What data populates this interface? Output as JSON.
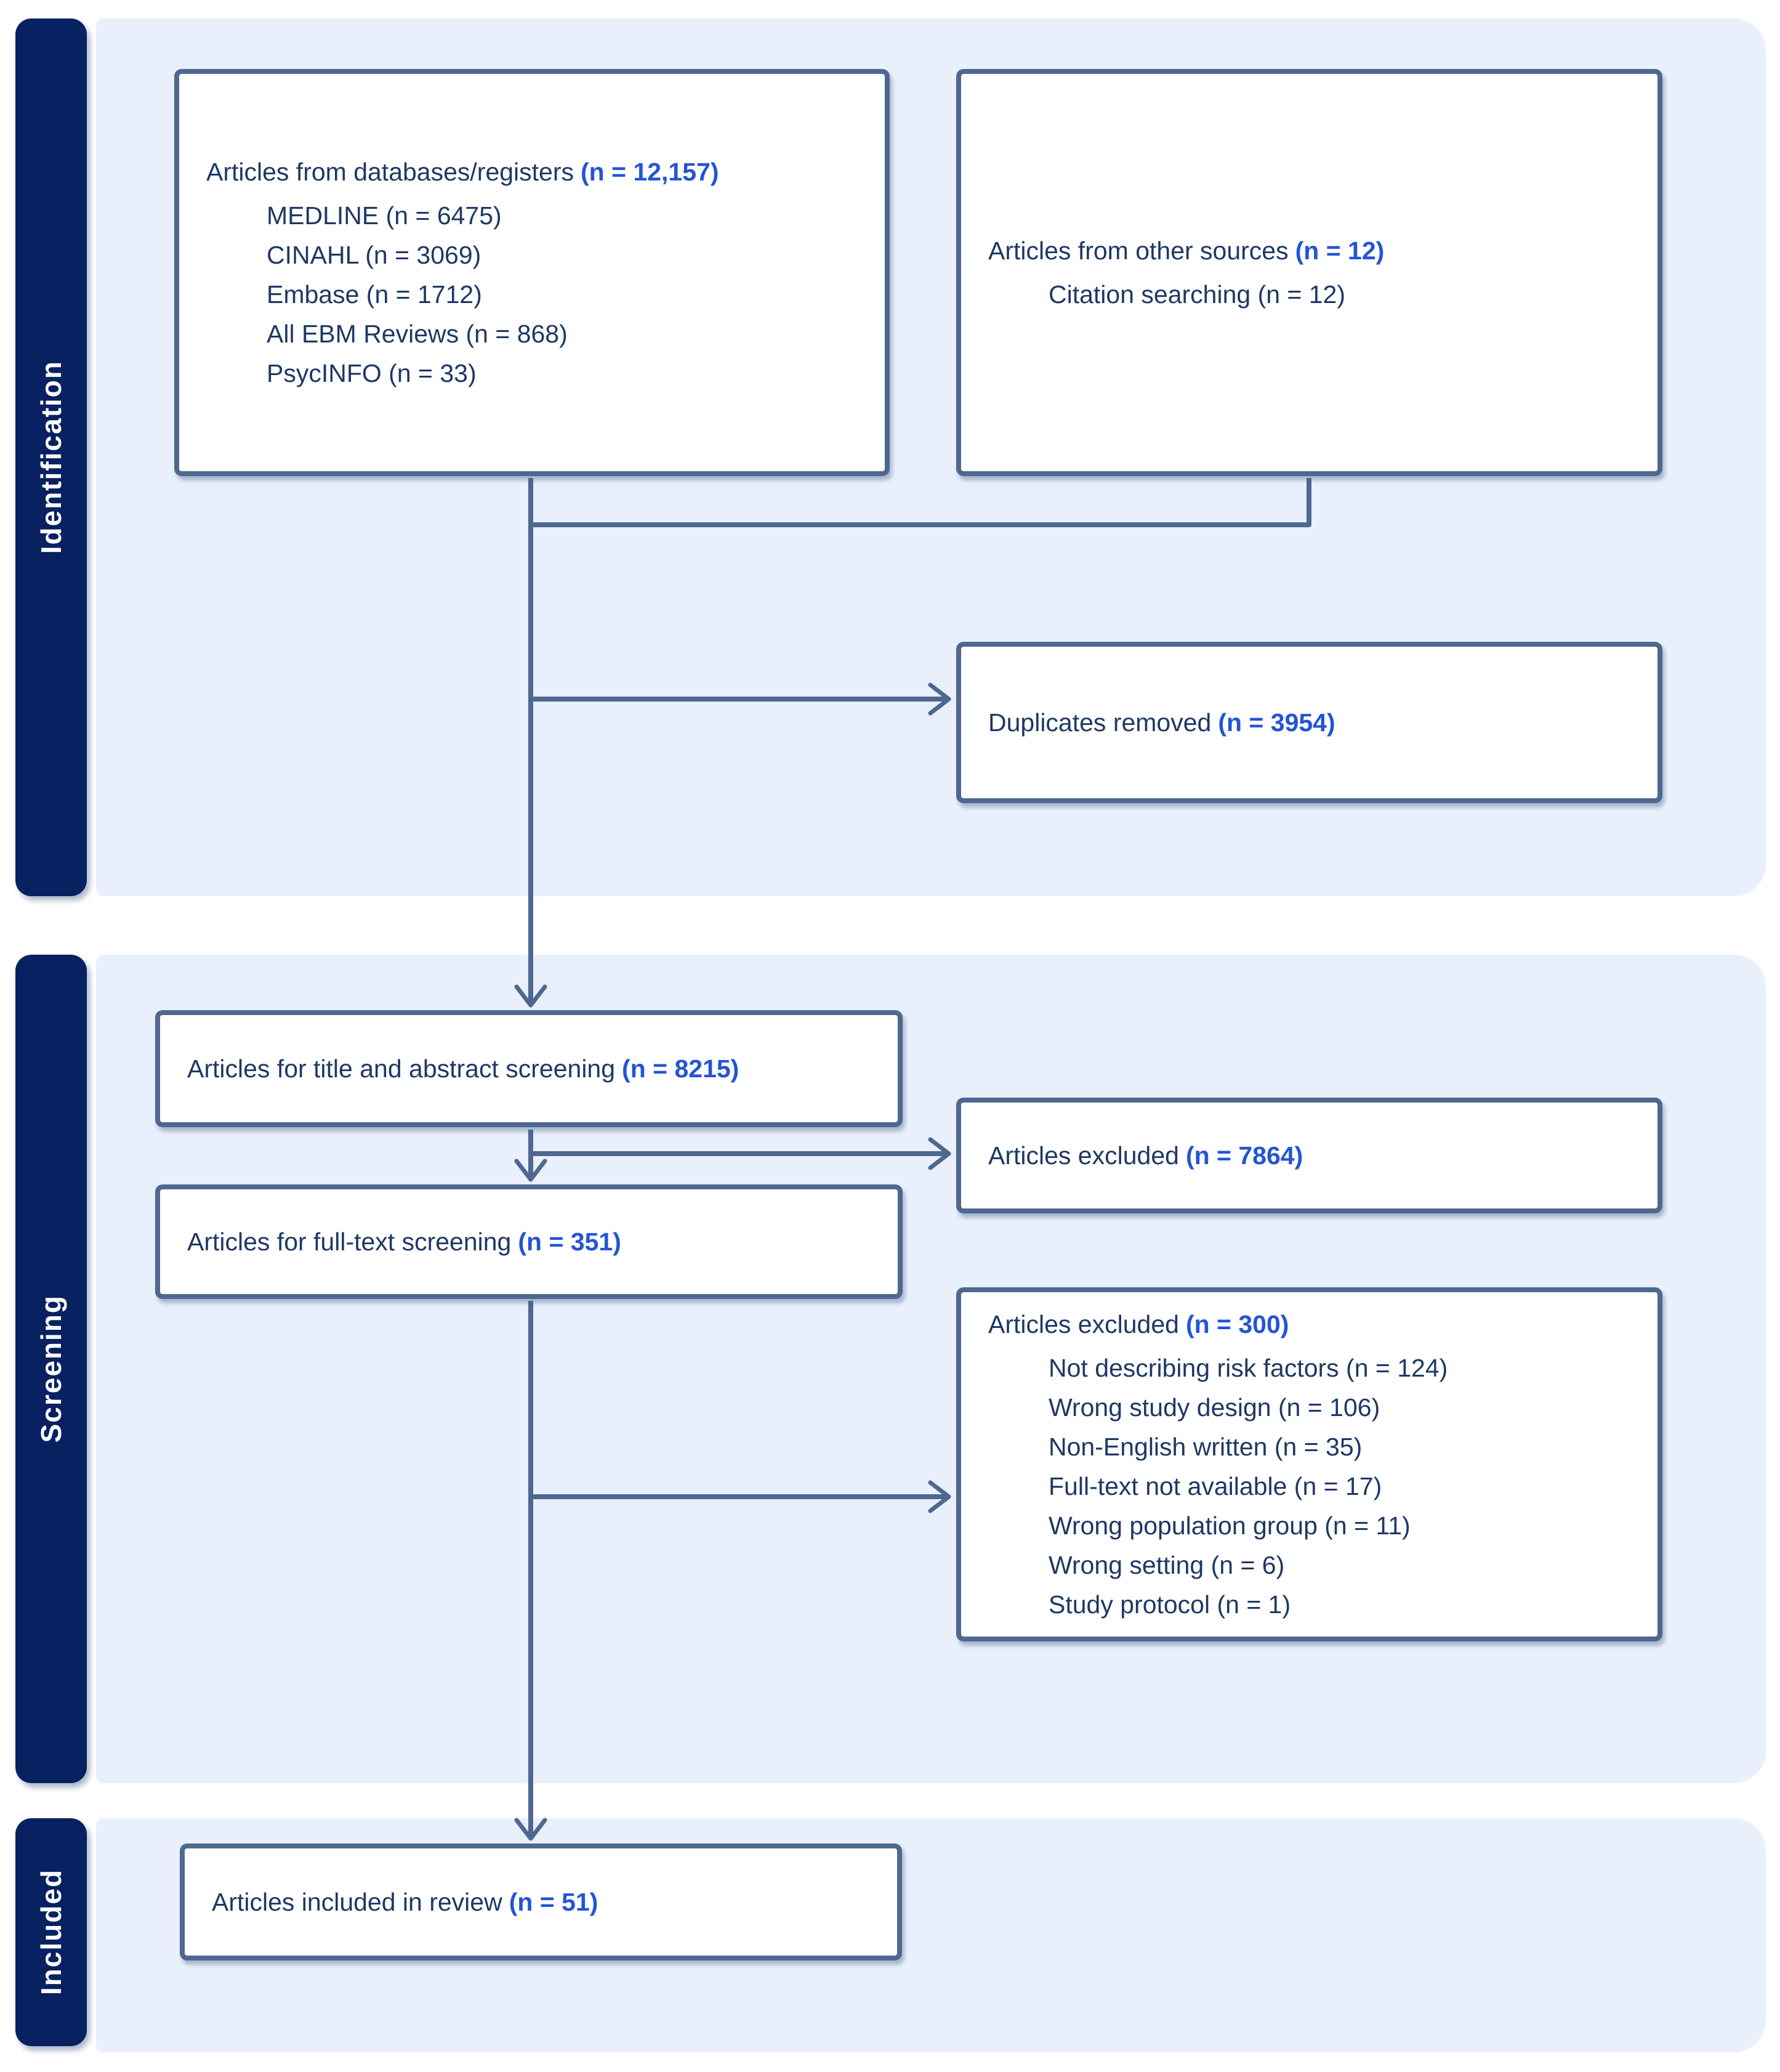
{
  "diagram_type": "PRISMA flow diagram",
  "colors": {
    "stage_bar_navy": "#072161",
    "stage_band_light_blue": "#e9f0fc",
    "box_border_slate": "#4e688f",
    "connector_slate": "#4e688f",
    "text_navy": "#1f3864",
    "accent_blue_bold": "#2355d4",
    "box_fill": "#ffffff",
    "page_background": "#ffffff"
  },
  "stages": {
    "identification": "Identification",
    "screening": "Screening",
    "included": "Included"
  },
  "boxes": {
    "databases": {
      "title": "Articles from databases/registers",
      "n": "(n = 12,157)",
      "items": [
        "MEDLINE (n = 6475)",
        "CINAHL (n = 3069)",
        "Embase (n = 1712)",
        "All EBM Reviews (n = 868)",
        "PsycINFO (n = 33)"
      ]
    },
    "other_sources": {
      "title": "Articles from other sources",
      "n": "(n = 12)",
      "items": [
        "Citation searching (n = 12)"
      ]
    },
    "duplicates_removed": {
      "title": "Duplicates removed",
      "n": "(n = 3954)"
    },
    "title_abstract_screening": {
      "title": "Articles for title and abstract screening",
      "n": "(n = 8215)"
    },
    "excluded_title_abstract": {
      "title": "Articles excluded",
      "n": "(n = 7864)"
    },
    "full_text_screening": {
      "title": "Articles for full-text screening",
      "n": "(n = 351)"
    },
    "excluded_full_text": {
      "title": "Articles excluded",
      "n": "(n = 300)",
      "items": [
        "Not describing risk factors (n = 124)",
        "Wrong study design (n = 106)",
        "Non-English written (n = 35)",
        "Full-text not available (n = 17)",
        "Wrong population group (n = 11)",
        "Wrong setting (n = 6)",
        "Study protocol (n = 1)"
      ]
    },
    "included_review": {
      "title": "Articles included in review",
      "n": "(n = 51)"
    }
  }
}
